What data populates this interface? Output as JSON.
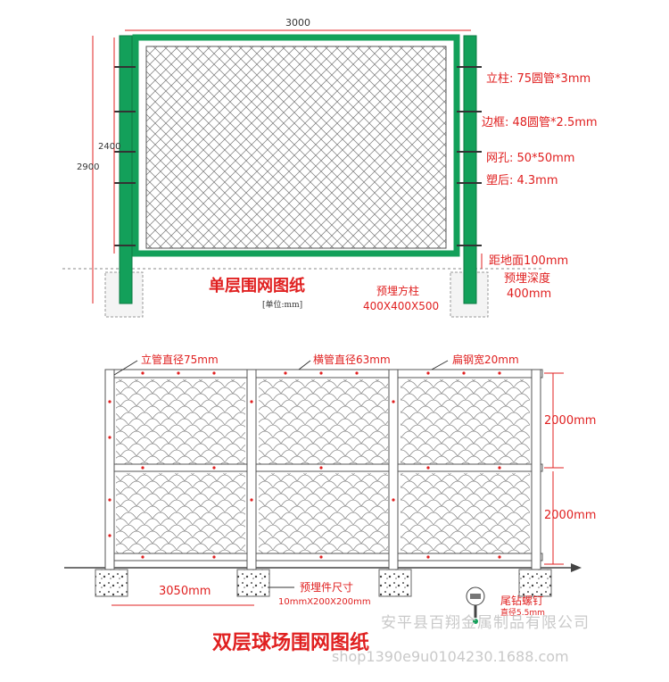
{
  "top": {
    "width_dim": "3000",
    "height_inner": "2400",
    "height_total": "2900",
    "spec_post": "立柱: 75圆管*3mm",
    "spec_frame": "边框: 48圆管*2.5mm",
    "spec_mesh": "网孔:  50*50mm",
    "spec_coat": "塑后:  4.3mm",
    "spec_ground": "距地面100mm",
    "embed_depth_1": "预埋深度",
    "embed_depth_2": "400mm",
    "embed_post_1": "预埋方柱",
    "embed_post_2": "400X400X500",
    "title": "单层围网图纸",
    "unit": "[单位:mm]"
  },
  "bottom": {
    "post_dia": "立管直径75mm",
    "rail_dia": "横管直径63mm",
    "flat_steel": "扁钢宽20mm",
    "tier_upper": "2000mm",
    "tier_lower": "2000mm",
    "span": "3050mm",
    "embed_size_1": "预埋件尺寸",
    "embed_size_2": "10mmX200X200mm",
    "screw_1": "尾钻螺钉",
    "screw_2": "直径5.5mm",
    "title": "双层球场围网图纸"
  },
  "watermark": {
    "company": "安平县百翔金属制品有限公司",
    "shop": "shop1390e9u0104230.1688.com"
  },
  "colors": {
    "frame_green": "#13a05a",
    "label_red": "#e02020",
    "line_dark": "#444444"
  }
}
